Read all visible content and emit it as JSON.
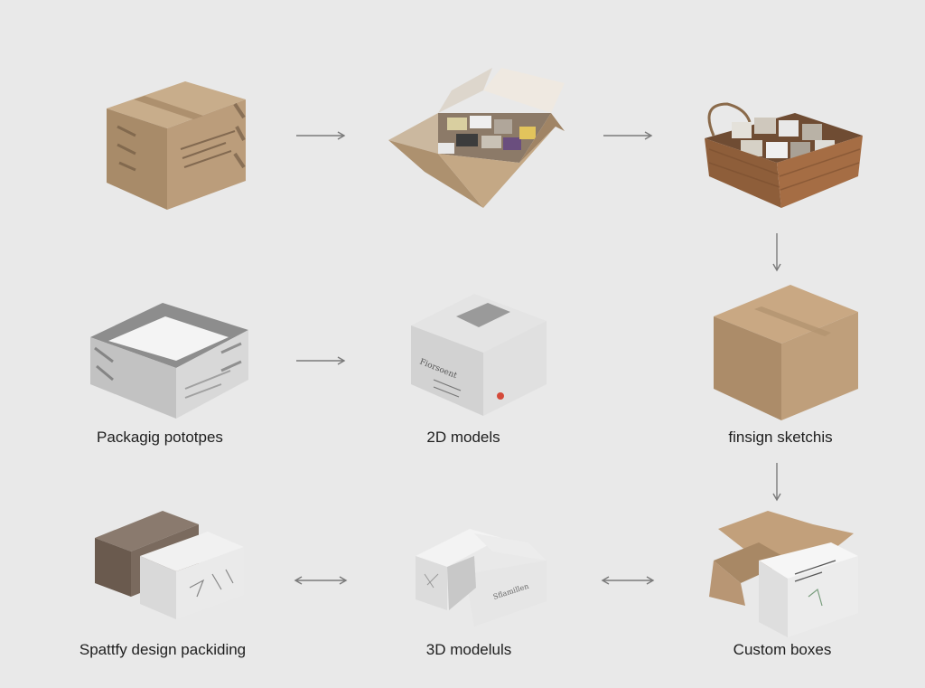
{
  "labels": {
    "packaging_prototypes": "Packagig pototpes",
    "models_2d": "2D models",
    "design_sketches": "finsign sketchis",
    "spatial_design": "Spattfy design packiding",
    "models_3d": "3D modeluls",
    "custom_boxes": "Custom boxes"
  },
  "box_prints": {
    "box_2d_print": "Fiorsoent",
    "box_3d_print": "Sflamillen"
  },
  "colors": {
    "background": "#e9e9e9",
    "kraft": "#b89a78",
    "arrow": "#7a7a7a",
    "label": "#1e1e1e"
  }
}
